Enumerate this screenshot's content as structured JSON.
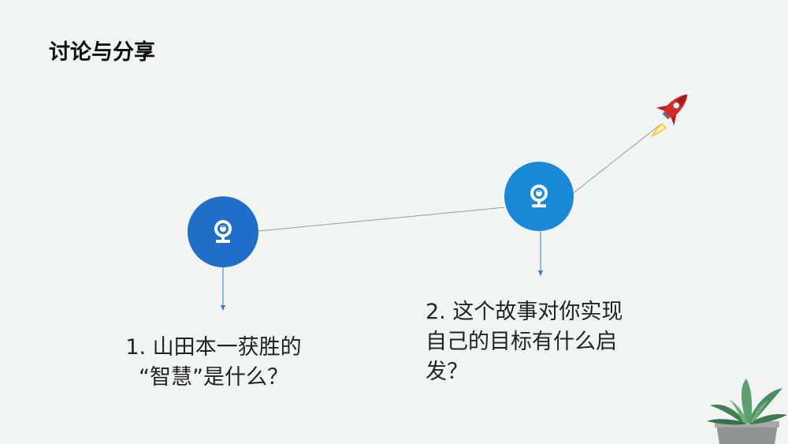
{
  "slide": {
    "title": "讨论与分享",
    "questions": [
      {
        "line1": "1. 山田本一获胜的",
        "line2": "“智慧”是什么？"
      },
      {
        "line1": "2. 这个故事对你实现",
        "line2": "自己的目标有什么启",
        "line3": "发？"
      }
    ]
  },
  "colors": {
    "node1": "#1f6ec9",
    "node2": "#1a8ad8",
    "arrow": "#2a7fd4",
    "background": "#f2f3f3"
  },
  "icons": [
    "webcam-icon",
    "webcam-icon",
    "rocket-icon",
    "succulent-plant-icon"
  ]
}
